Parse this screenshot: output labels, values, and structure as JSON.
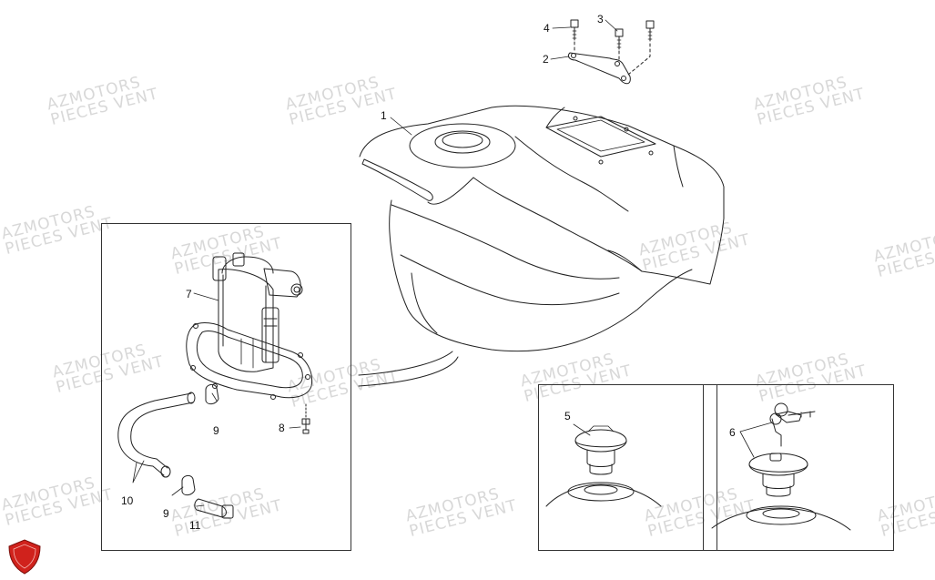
{
  "watermark": {
    "line1": "AZMOTORS",
    "line2": "PIECES VENT"
  },
  "callouts": {
    "c1": "1",
    "c2": "2",
    "c3": "3",
    "c4": "4",
    "c5": "5",
    "c6": "6",
    "c7": "7",
    "c8": "8",
    "c9a": "9",
    "c9b": "9",
    "c10": "10",
    "c11": "11"
  },
  "logo": {
    "icon": "shield-logo-icon",
    "color": "#d0221c"
  },
  "colors": {
    "line": "#222222",
    "watermark": "#d8d8d8"
  }
}
